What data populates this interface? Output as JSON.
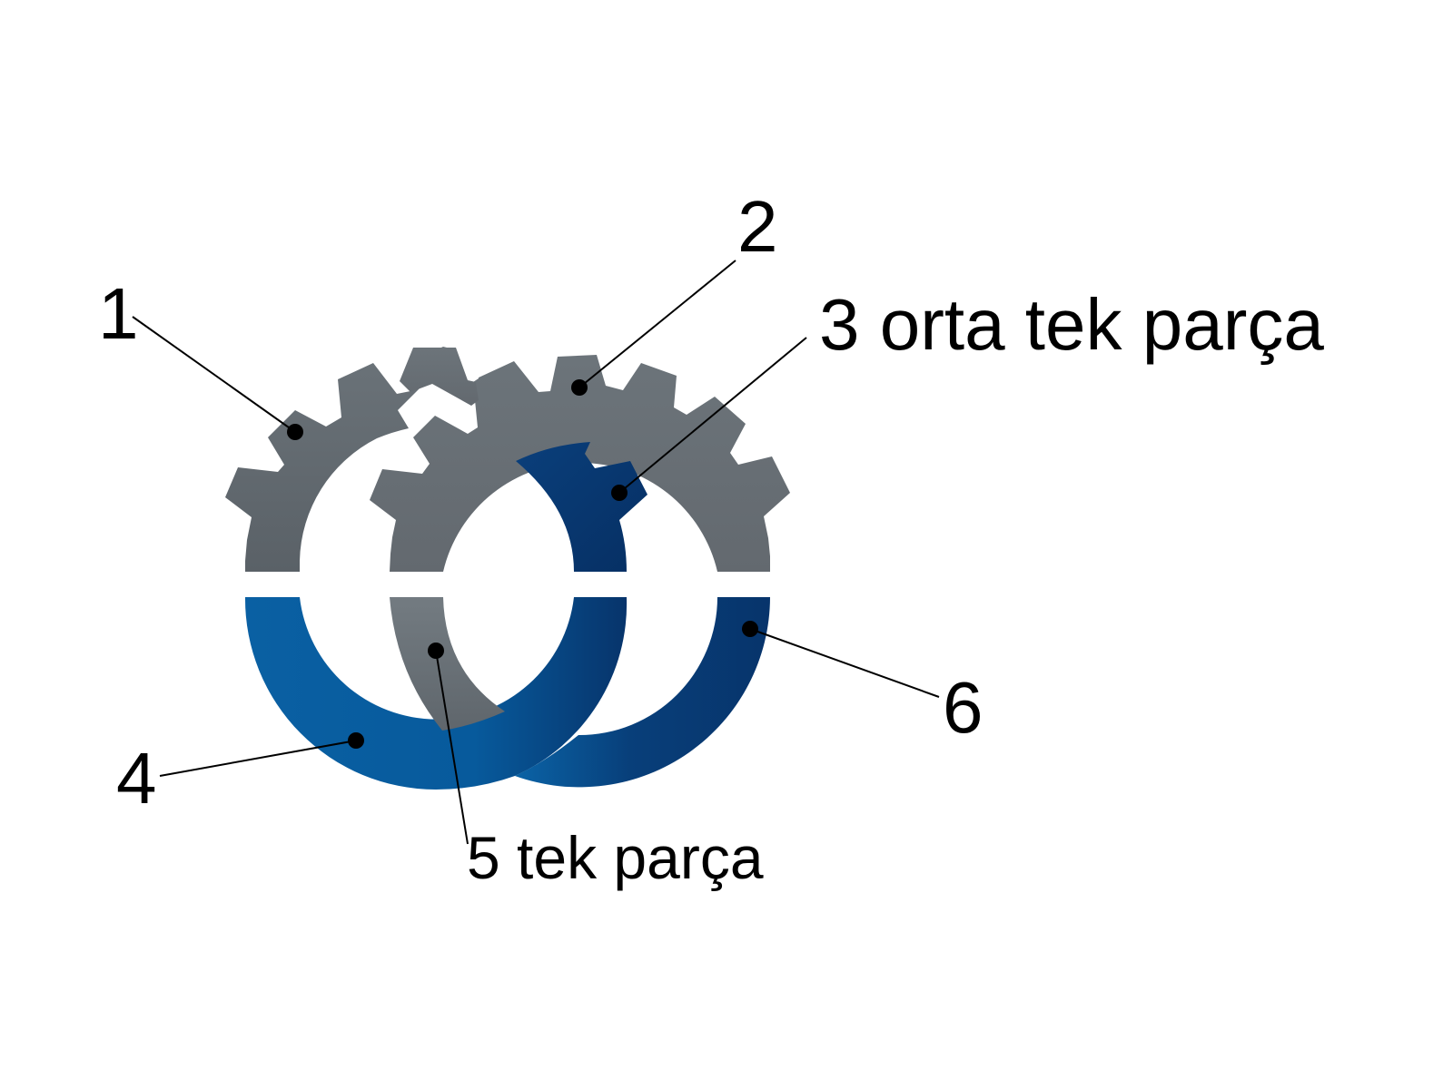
{
  "labels": {
    "one": "1",
    "two": "2",
    "three": "3 orta tek parça",
    "four": "4",
    "five": "5 tek parça",
    "six": "6"
  },
  "colors": {
    "gear_gray": "#6b7379",
    "gear_gray_dark": "#5a6167",
    "blue_light": "#0a63a6",
    "blue_dark": "#07346b",
    "background": "#ffffff",
    "marker": "#000000"
  },
  "icons": {
    "left_part": "gear-icon",
    "right_part": "gear-icon"
  }
}
